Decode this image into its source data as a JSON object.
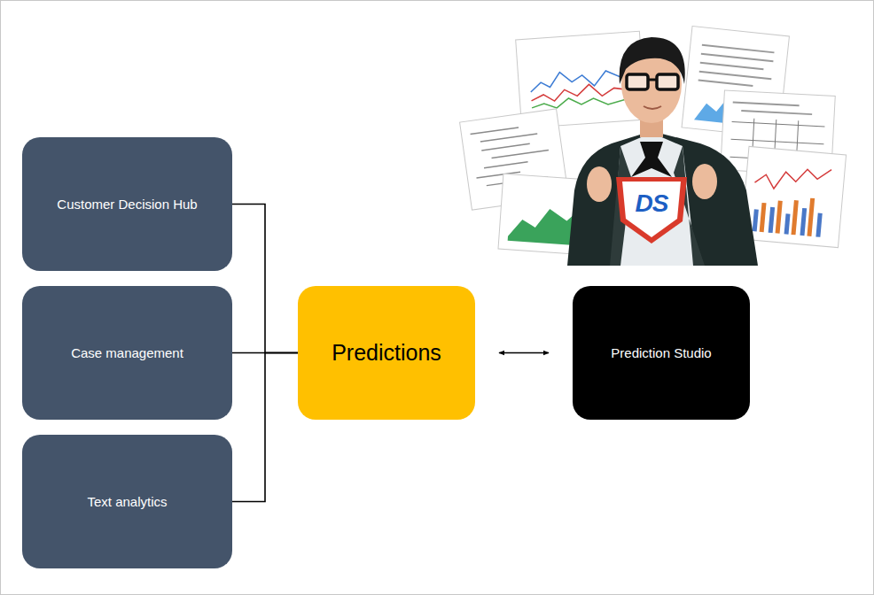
{
  "diagram": {
    "nodes": [
      {
        "text": [
          "Customer Decision Hub"
        ]
      },
      {
        "text": [
          "Case management"
        ]
      },
      {
        "text": [
          "Text analytics"
        ]
      },
      {
        "text": [
          "Predictions"
        ]
      },
      {
        "text": [
          "Prediction Studio"
        ]
      }
    ],
    "edges": [
      {
        "from": 0,
        "to": 3,
        "arrow": "none"
      },
      {
        "from": 1,
        "to": 3,
        "arrow": "none"
      },
      {
        "from": 2,
        "to": 3,
        "arrow": "none"
      },
      {
        "from": 3,
        "to": 4,
        "arrow": "both"
      }
    ],
    "labels": [
      "DS"
    ]
  }
}
